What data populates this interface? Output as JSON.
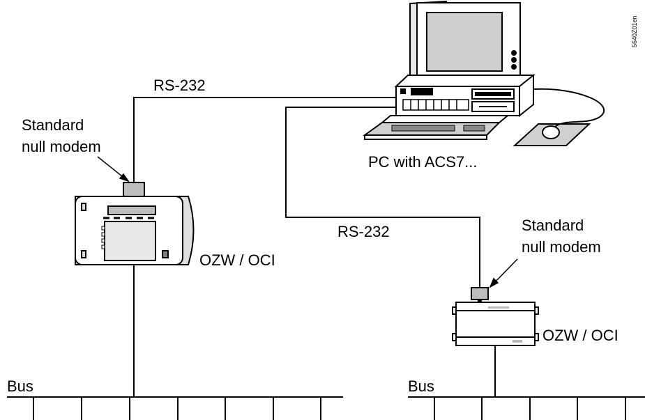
{
  "labels": {
    "doc_code": "5640Z01en",
    "link_left": "RS-232",
    "link_right": "RS-232",
    "null_modem_left_line1": "Standard",
    "null_modem_left_line2": "null modem",
    "null_modem_right_line1": "Standard",
    "null_modem_right_line1_b": "null modem",
    "pc_caption": "PC with ACS7...",
    "device_left": "OZW / OCI",
    "device_right": "OZW / OCI",
    "bus_left": "Bus",
    "bus_right": "Bus"
  }
}
